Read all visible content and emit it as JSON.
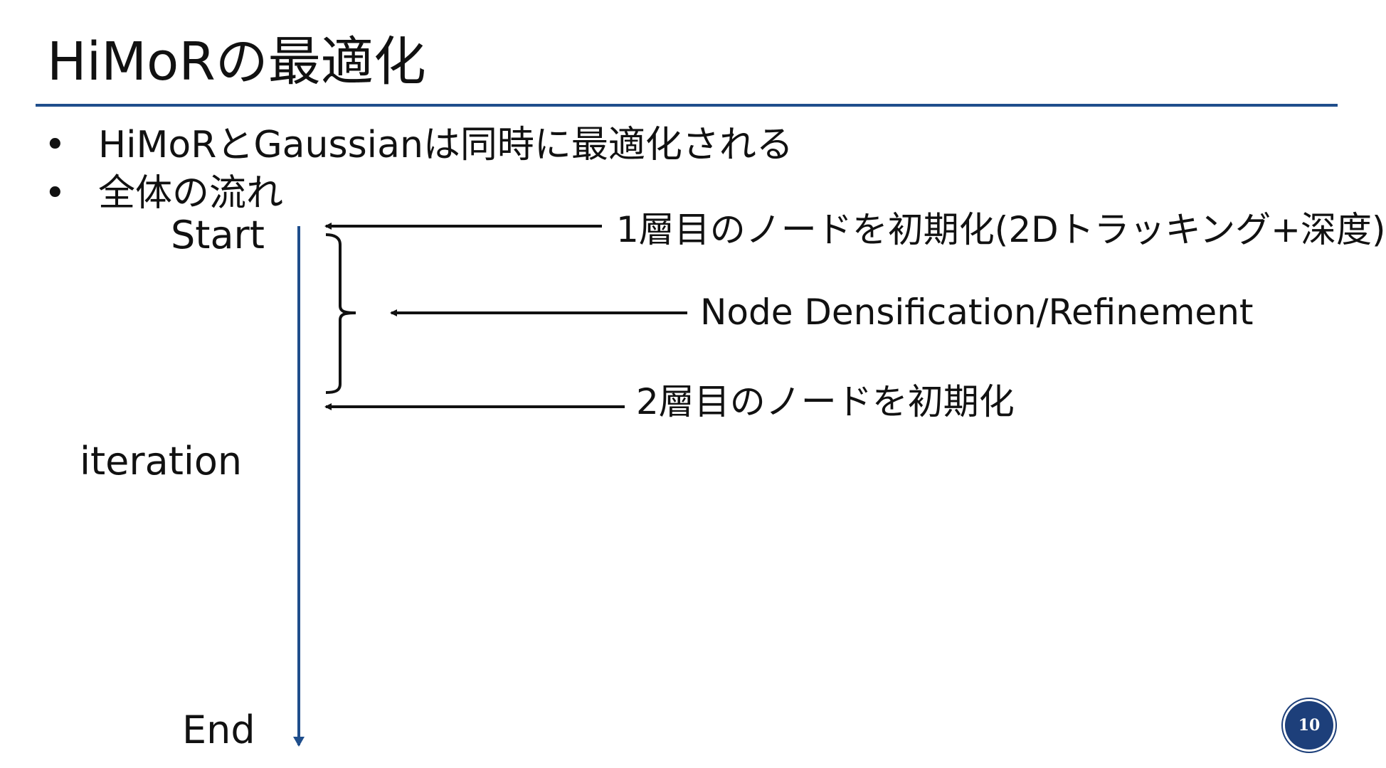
{
  "title": "HiMoRの最適化",
  "bullets": [
    {
      "marker": "•",
      "text": "HiMoRとGaussianは同時に最適化される"
    },
    {
      "marker": "•",
      "text": "全体の流れ"
    }
  ],
  "timeline": {
    "start_label": "Start",
    "iteration_label": "iteration",
    "end_label": "End"
  },
  "annotations": [
    {
      "text": "1層目のノードを初期化(2Dトラッキング+深度)"
    },
    {
      "text": "Node Densification/Refinement"
    },
    {
      "text": "2層目のノードを初期化"
    }
  ],
  "colors": {
    "accent": "#1f4e8c",
    "timeline": "#1f4e8c",
    "arrow": "#111111",
    "page_badge": "#1d3f7a"
  },
  "page_number": "10"
}
